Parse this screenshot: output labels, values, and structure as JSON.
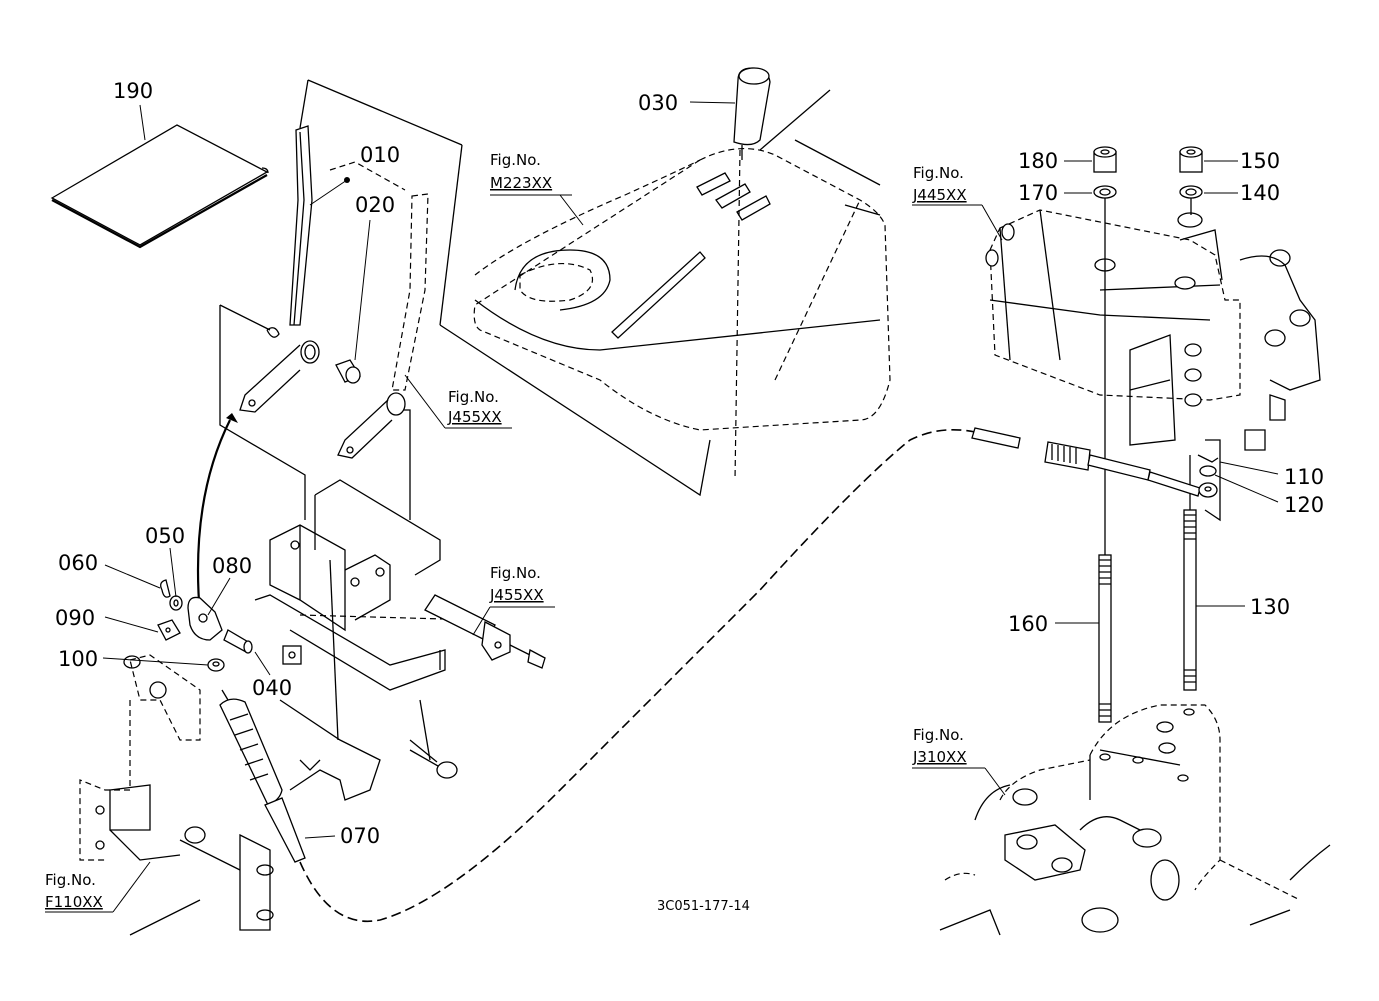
{
  "diagram": {
    "type": "exploded parts diagram",
    "drawing_code": "3C051-177-14",
    "callouts": [
      {
        "id": "010",
        "label": "010"
      },
      {
        "id": "020",
        "label": "020"
      },
      {
        "id": "030",
        "label": "030"
      },
      {
        "id": "040",
        "label": "040"
      },
      {
        "id": "050",
        "label": "050"
      },
      {
        "id": "060",
        "label": "060"
      },
      {
        "id": "070",
        "label": "070"
      },
      {
        "id": "080",
        "label": "080"
      },
      {
        "id": "090",
        "label": "090"
      },
      {
        "id": "100",
        "label": "100"
      },
      {
        "id": "110",
        "label": "110"
      },
      {
        "id": "120",
        "label": "120"
      },
      {
        "id": "130",
        "label": "130"
      },
      {
        "id": "140",
        "label": "140"
      },
      {
        "id": "150",
        "label": "150"
      },
      {
        "id": "160",
        "label": "160"
      },
      {
        "id": "170",
        "label": "170"
      },
      {
        "id": "180",
        "label": "180"
      },
      {
        "id": "190",
        "label": "190"
      }
    ],
    "figure_refs": [
      {
        "prefix": "Fig.No.",
        "ref": "M223XX"
      },
      {
        "prefix": "Fig.No.",
        "ref": "J455XX"
      },
      {
        "prefix": "Fig.No.",
        "ref": "J455XX"
      },
      {
        "prefix": "Fig.No.",
        "ref": "J445XX"
      },
      {
        "prefix": "Fig.No.",
        "ref": "J310XX"
      },
      {
        "prefix": "Fig.No.",
        "ref": "F110XX"
      }
    ]
  }
}
